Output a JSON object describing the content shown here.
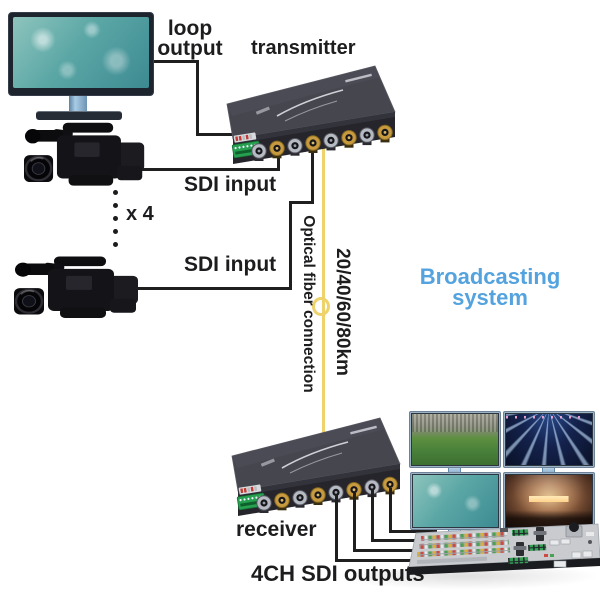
{
  "labels": {
    "loop_line1": "loop",
    "loop_line2": "output",
    "transmitter": "transmitter",
    "sdi_input_top": "SDI input",
    "camera_multiplier": "x 4",
    "sdi_input_bottom": "SDI input",
    "optical_fiber": "Optical fiber connection",
    "fiber_distance": "20/40/60/80km",
    "broadcasting_line1": "Broadcasting",
    "broadcasting_line2": "system",
    "receiver": "receiver",
    "sdi_outputs": "4CH SDI outputs"
  },
  "colors": {
    "label_text": "#1d1d1f",
    "accent_blue": "#54a3de",
    "fiber_yellow": "#eed26a",
    "connection_line": "#1f1f1f"
  },
  "icons": {
    "monitor": "desktop-monitor",
    "monitor_wallpaper": "water-splash",
    "camera_top": "broadcast-camera",
    "camera_bottom": "broadcast-camera",
    "transmitter_device": "fiber-converter-8bnc",
    "receiver_device": "fiber-converter-8bnc",
    "wall_screen_1": "stadium-sports",
    "wall_screen_2": "concert-stage",
    "wall_screen_3": "water-splash",
    "wall_screen_4": "auditorium-hall",
    "switcher": "video-production-switcher"
  }
}
